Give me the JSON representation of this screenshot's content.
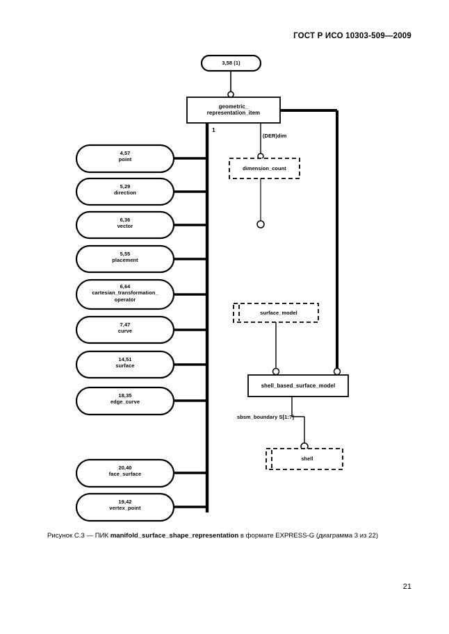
{
  "document": {
    "header": "ГОСТ Р ИСО 10303-509—2009",
    "page_number": "21"
  },
  "caption": {
    "prefix": "Рисунок С.3 — ПИК ",
    "entity": "manifold_surface_shape_representation",
    "suffix": " в формате EXPRESS-G (диаграмма 3 из 22)"
  },
  "diagram": {
    "type": "EXPRESS-G",
    "page_ref": {
      "label": "3,58 (1)"
    },
    "root_entity": {
      "line1": "geometric_",
      "line2": "representation_item"
    },
    "spine_marker": "1",
    "der_attribute": {
      "label": "(DER)dim",
      "target": "dimension_count"
    },
    "subtypes": [
      {
        "ref": "4,57",
        "name": "point"
      },
      {
        "ref": "5,29",
        "name": "direction"
      },
      {
        "ref": "6,36",
        "name": "vector"
      },
      {
        "ref": "5,55",
        "name": "placement"
      },
      {
        "ref": "6,64",
        "name": "cartesian_transformation_",
        "name2": "operator"
      },
      {
        "ref": "7,47",
        "name": "curve"
      },
      {
        "ref": "14,51",
        "name": "surface"
      },
      {
        "ref": "18,35",
        "name": "edge_curve"
      },
      {
        "ref": "20,40",
        "name": "face_surface"
      },
      {
        "ref": "19,42",
        "name": "vertex_point"
      }
    ],
    "entities": {
      "surface_model": "surface_model",
      "shell_based_surface_model": "shell_based_surface_model",
      "shell": "shell"
    },
    "relations": {
      "sbsm_boundary": "sbsm_boundary S[1:?]"
    },
    "colors": {
      "stroke": "#000000",
      "background": "#ffffff"
    }
  }
}
